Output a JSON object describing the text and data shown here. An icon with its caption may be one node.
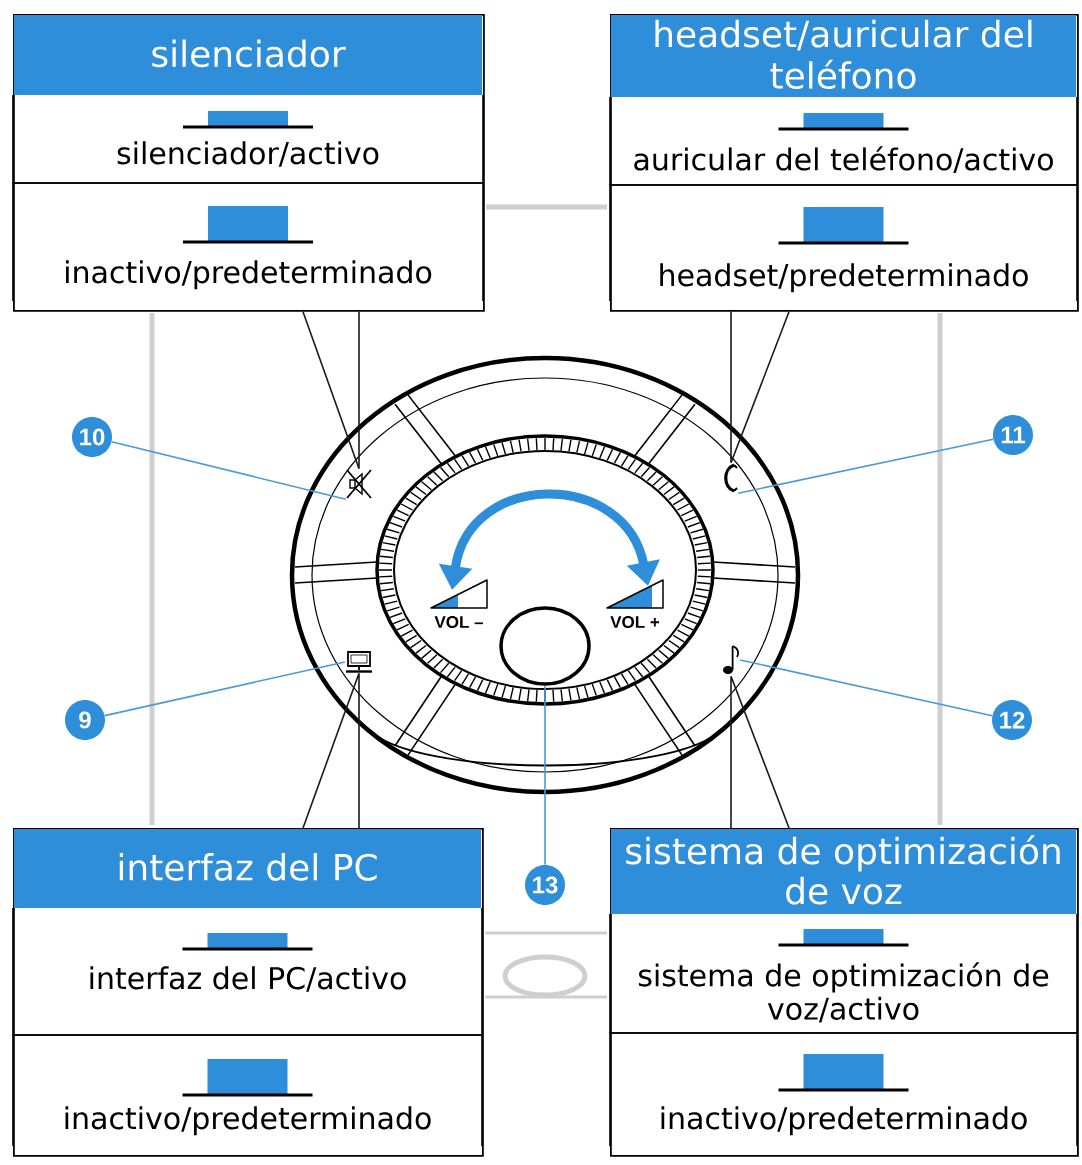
{
  "diagram": {
    "nodes": [
      {
        "text": [
          "silenciador"
        ]
      },
      {
        "text": [
          "silenciador/activo"
        ],
        "in": 0
      },
      {
        "text": [
          "inactivo/predeterminado"
        ],
        "in": 0
      },
      {
        "text": [
          "headset/auricular del teléfono"
        ]
      },
      {
        "text": [
          "auricular del teléfono/activo"
        ],
        "in": 3
      },
      {
        "text": [
          "headset/predeterminado"
        ],
        "in": 3
      },
      {
        "text": [
          "10"
        ]
      },
      {
        "text": [
          "11"
        ]
      },
      {
        "text": [],
        "shape": "picture"
      },
      {
        "text": [],
        "shape": "picture"
      },
      {
        "text": [],
        "shape": "picture"
      },
      {
        "text": [],
        "shape": "picture"
      },
      {
        "text": [],
        "shape": "circle"
      },
      {
        "text": [
          "9"
        ]
      },
      {
        "text": [
          "12"
        ]
      },
      {
        "text": [
          "13"
        ]
      },
      {
        "text": [
          "interfaz del PC"
        ]
      },
      {
        "text": [
          "interfaz del PC/activo"
        ],
        "in": 16
      },
      {
        "text": [
          "inactivo/predeterminado"
        ],
        "in": 16
      },
      {
        "text": [
          "sistema de optimización de voz"
        ]
      },
      {
        "text": [
          "sistema de optimización de voz/activo"
        ],
        "in": 19
      },
      {
        "text": [
          "inactivo/predeterminado"
        ],
        "in": 19
      }
    ],
    "edges": [
      {
        "from": 0,
        "to": 8,
        "arrow": "none",
        "color": "#1a1a1a"
      },
      {
        "from": 3,
        "to": 9,
        "arrow": "none",
        "color": "#1a1a1a"
      },
      {
        "from": 6,
        "to": 8,
        "arrow": "none"
      },
      {
        "from": 7,
        "to": 9,
        "arrow": "none"
      },
      {
        "from": 13,
        "to": 10,
        "arrow": "none"
      },
      {
        "from": 14,
        "to": 11,
        "arrow": "none"
      },
      {
        "from": 15,
        "to": 12,
        "arrow": "none"
      },
      {
        "from": 16,
        "to": 10,
        "arrow": "none",
        "color": "#1a1a1a"
      },
      {
        "from": 19,
        "to": 11,
        "arrow": "none",
        "color": "#1a1a1a"
      }
    ],
    "labels": [
      "VOL –",
      "VOL +"
    ]
  }
}
